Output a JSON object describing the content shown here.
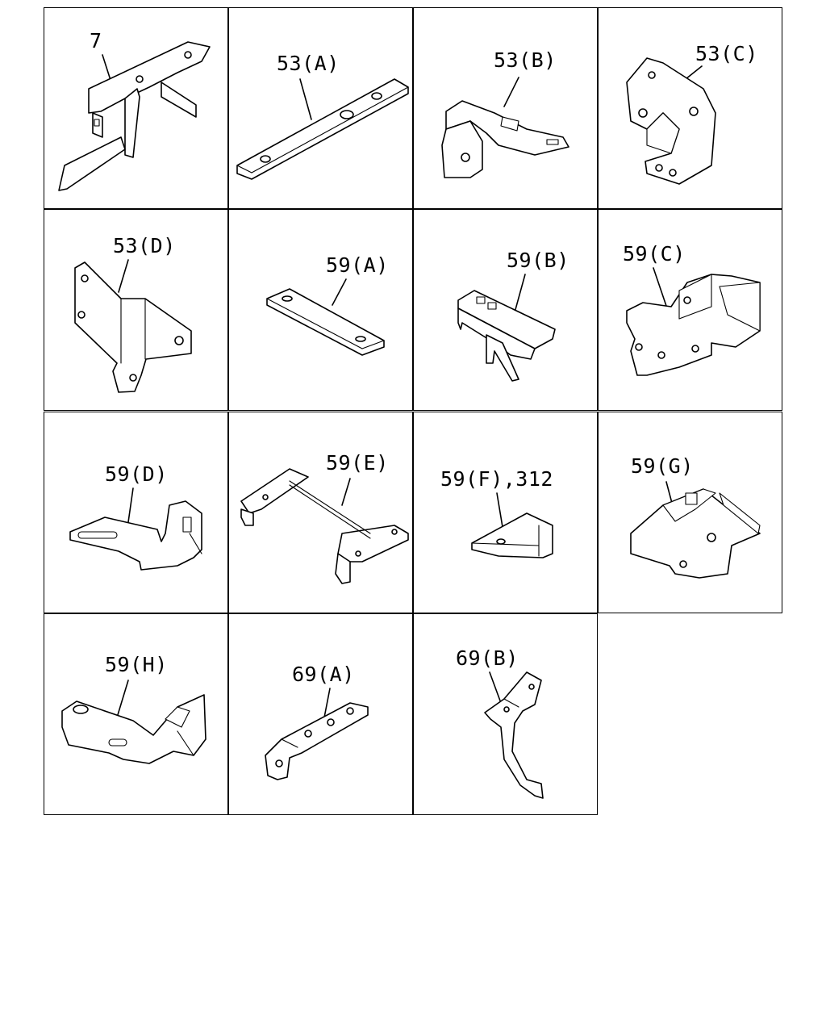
{
  "diagram": {
    "cells": [
      {
        "id": "c1",
        "label": "7"
      },
      {
        "id": "c2",
        "label": "53(A)"
      },
      {
        "id": "c3",
        "label": "53(B)"
      },
      {
        "id": "c4",
        "label": "53(C)"
      },
      {
        "id": "c5",
        "label": "53(D)"
      },
      {
        "id": "c6",
        "label": "59(A)"
      },
      {
        "id": "c7",
        "label": "59(B)"
      },
      {
        "id": "c8",
        "label": "59(C)"
      },
      {
        "id": "c9",
        "label": "59(D)"
      },
      {
        "id": "c10",
        "label": "59(E)"
      },
      {
        "id": "c11",
        "label": "59(F),312"
      },
      {
        "id": "c12",
        "label": "59(G)"
      },
      {
        "id": "c13",
        "label": "59(H)"
      },
      {
        "id": "c14",
        "label": "69(A)"
      },
      {
        "id": "c15",
        "label": "69(B)"
      }
    ]
  }
}
